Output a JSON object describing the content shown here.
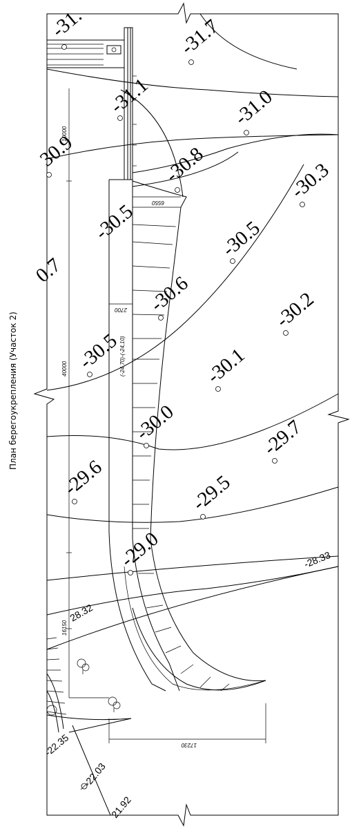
{
  "title": "План берегоукрепления (Участок 2)",
  "depth_marks": [
    {
      "id": "d-31-a",
      "text": "-31."
    },
    {
      "id": "d-31-7",
      "text": "-31.7"
    },
    {
      "id": "d-31-1",
      "text": "-31.1"
    },
    {
      "id": "d-31-0",
      "text": "-31.0"
    },
    {
      "id": "d-30-9",
      "text": "30.9"
    },
    {
      "id": "d-30-8",
      "text": "-30.8"
    },
    {
      "id": "d-30-3",
      "text": "-30.3"
    },
    {
      "id": "d-30-5-a",
      "text": "-30.5"
    },
    {
      "id": "d-30-5-b",
      "text": "-30.5"
    },
    {
      "id": "d-0-7",
      "text": "0.7"
    },
    {
      "id": "d-30-6",
      "text": "-30.6"
    },
    {
      "id": "d-30-2",
      "text": "-30.2"
    },
    {
      "id": "d-30-5-c",
      "text": "-30.5"
    },
    {
      "id": "d-30-1",
      "text": "-30.1"
    },
    {
      "id": "d-30-0",
      "text": "-30.0"
    },
    {
      "id": "d-29-7",
      "text": "-29.7"
    },
    {
      "id": "d-29-6",
      "text": "-29.6"
    },
    {
      "id": "d-29-5",
      "text": "-29.5"
    },
    {
      "id": "d-29-0",
      "text": "-29.0"
    }
  ],
  "contour_labels": [
    {
      "id": "c-28-33",
      "text": "-28.33"
    },
    {
      "id": "c-28-32",
      "text": "28.32"
    },
    {
      "id": "c-22-35",
      "text": "-22.35"
    },
    {
      "id": "c-22-03",
      "text": "-22.03"
    },
    {
      "id": "c-21-92",
      "text": "21.92"
    }
  ],
  "dimensions": [
    {
      "id": "dim-10000",
      "text": "10000"
    },
    {
      "id": "dim-6550",
      "text": "6550"
    },
    {
      "id": "dim-2700",
      "text": "2700"
    },
    {
      "id": "dim-40000",
      "text": "40000"
    },
    {
      "id": "dim-16150",
      "text": "16150"
    },
    {
      "id": "dim-17230",
      "text": "17230"
    }
  ],
  "profile_note": "(-24,70)-(-24,10)"
}
